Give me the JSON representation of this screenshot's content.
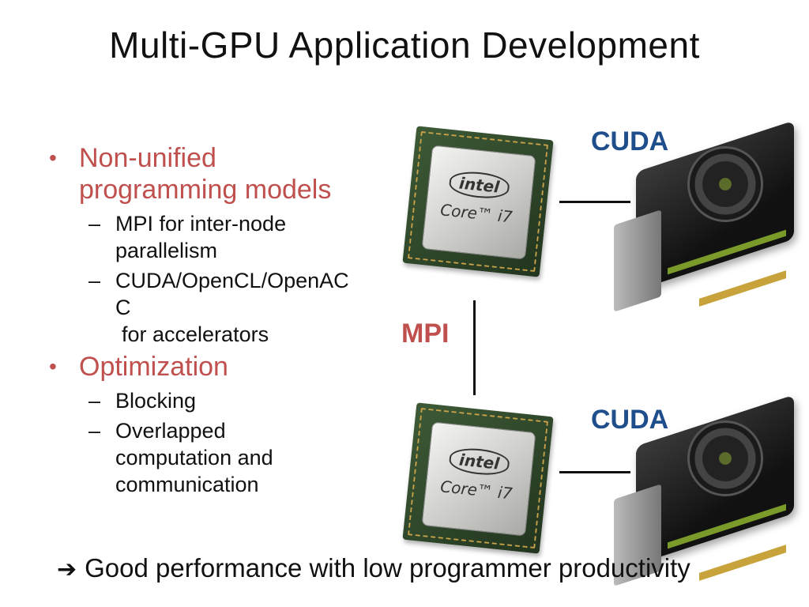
{
  "slide": {
    "title": "Multi-GPU Application Development",
    "bullets": [
      {
        "text_line1": "Non-unified",
        "text_line2": "programming models",
        "subs": [
          {
            "line1": "MPI for inter-node",
            "line2": "parallelism"
          },
          {
            "line1": "CUDA/OpenCL/OpenAC",
            "line2": "C",
            "line3": "for accelerators"
          }
        ]
      },
      {
        "text_line1": "Optimization",
        "subs": [
          {
            "line1": "Blocking"
          },
          {
            "line1": "Overlapped",
            "line2": "computation and",
            "line3": "communication"
          }
        ]
      }
    ],
    "diagram": {
      "label_cuda_top": "CUDA",
      "label_cuda_bottom": "CUDA",
      "label_mpi": "MPI",
      "cpu_brand": "intel",
      "cpu_model": "Core™ i7"
    },
    "footer": {
      "arrow_icon": "right-arrow-icon",
      "text": "Good performance with low programmer productivity"
    },
    "colors": {
      "accent_red": "#c0504d",
      "cuda_blue": "#1f4e8c"
    }
  }
}
